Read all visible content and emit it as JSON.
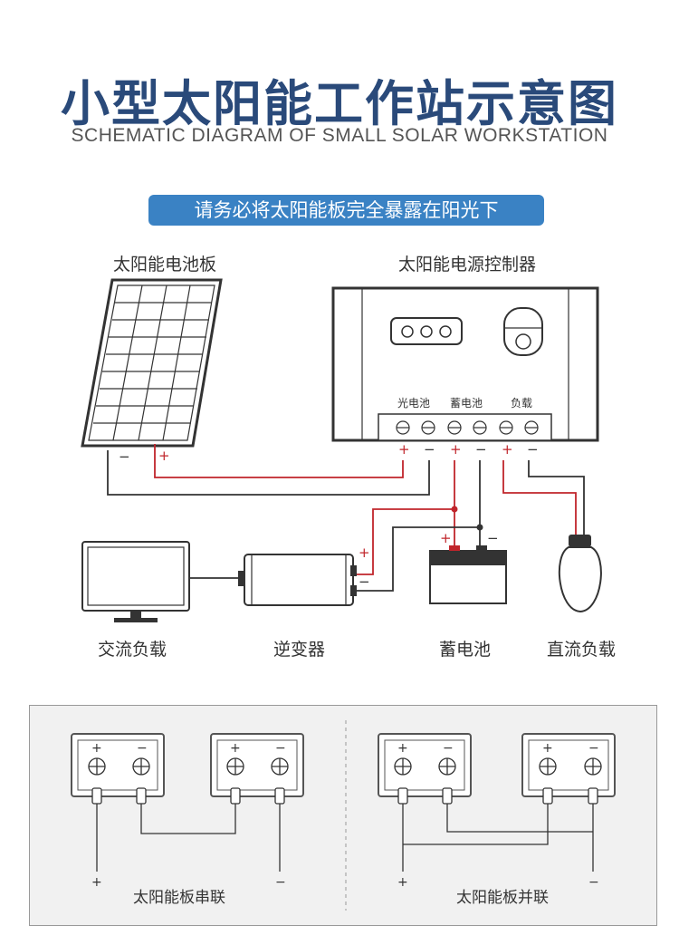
{
  "title": "小型太阳能工作站示意图",
  "subtitle": "SCHEMATIC DIAGRAM OF SMALL SOLAR WORKSTATION",
  "banner": "请务必将太阳能板完全暴露在阳光下",
  "labels": {
    "solar_panel": "太阳能电池板",
    "controller": "太阳能电源控制器",
    "pv": "光电池",
    "battery_term": "蓄电池",
    "load_term": "负载",
    "ac_load": "交流负载",
    "inverter": "逆变器",
    "battery": "蓄电池",
    "dc_load": "直流负载",
    "series": "太阳能板串联",
    "parallel": "太阳能板并联"
  },
  "signs": {
    "plus": "+",
    "minus": "−"
  },
  "colors": {
    "title": "#2a4a7a",
    "banner": "#3a82c4",
    "positive_wire": "#c0252b",
    "negative_wire": "#333333"
  }
}
